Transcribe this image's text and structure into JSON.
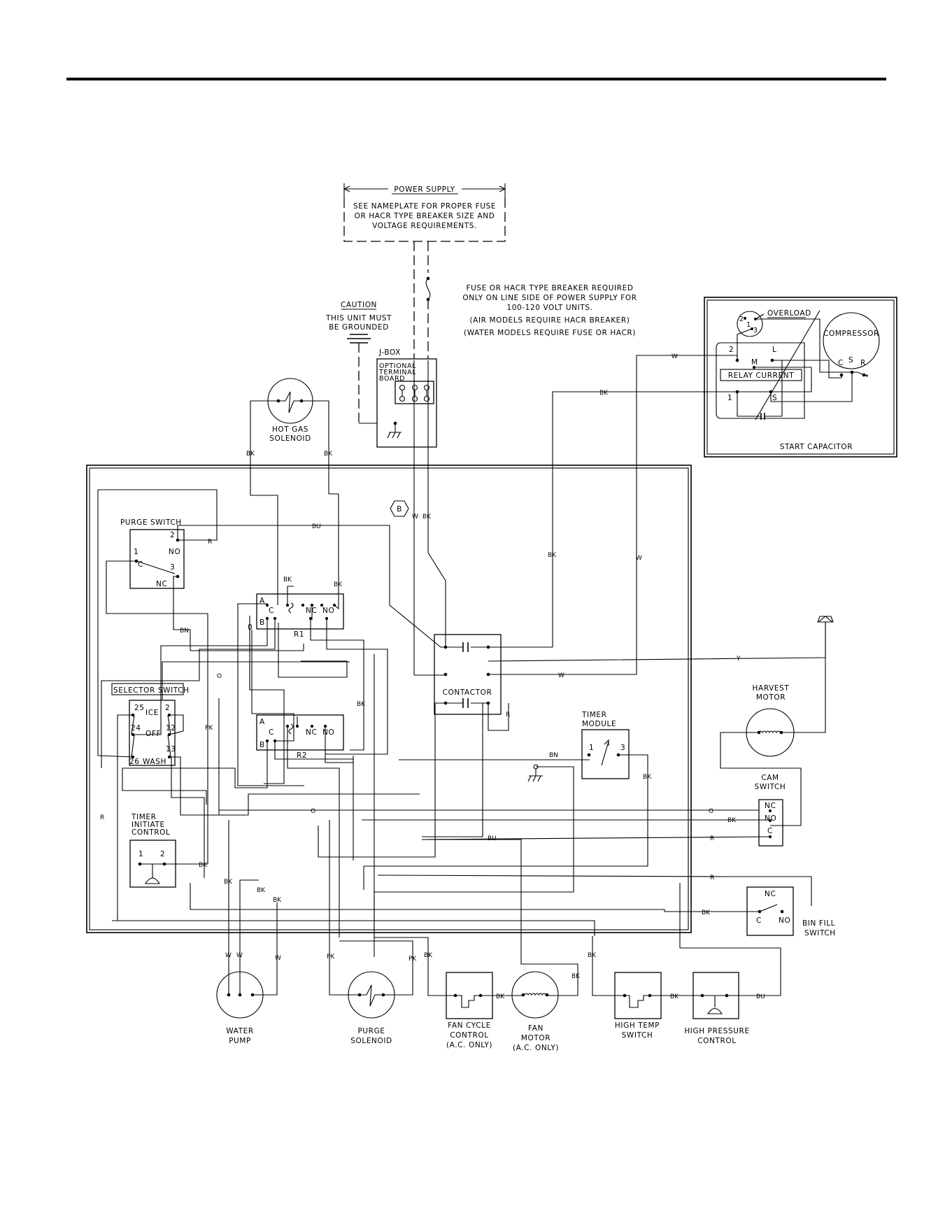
{
  "power_supply": {
    "title": "POWER SUPPLY",
    "note": [
      "SEE NAMEPLATE FOR PROPER FUSE",
      "OR HACR TYPE BREAKER SIZE AND",
      "VOLTAGE REQUIREMENTS."
    ]
  },
  "fuse_note": [
    "FUSE OR HACR TYPE BREAKER REQUIRED",
    "ONLY ON LINE SIDE OF POWER SUPPLY FOR",
    "100-120 VOLT UNITS.",
    "(AIR MODELS REQUIRE HACR BREAKER)",
    "(WATER MODELS REQUIRE FUSE OR HACR)"
  ],
  "caution": {
    "title": "CAUTION",
    "text": [
      "THIS UNIT MUST",
      "BE GROUNDED"
    ]
  },
  "jbox": {
    "label": "J-BOX",
    "terminal": [
      "OPTIONAL",
      "TERMINAL",
      "BOARD"
    ]
  },
  "hot_gas_solenoid": [
    "HOT GAS",
    "SOLENOID"
  ],
  "compressor_box": {
    "overload": "OVERLOAD",
    "compressor": "COMPRESSOR",
    "relay": "RELAY CURRENT",
    "start_capacitor": "START CAPACITOR",
    "terminals": {
      "c": "C",
      "s": "S",
      "r": "R",
      "l": "L",
      "m": "M",
      "s2": "S",
      "n1": "1",
      "n2": "2",
      "o1": "1",
      "o2": "2",
      "o3": "3"
    }
  },
  "purge_switch": {
    "label": "PURGE SWITCH",
    "t1": "1",
    "t2": "2",
    "t3": "3",
    "c": "C",
    "no": "NO",
    "nc": "NC"
  },
  "relay1": {
    "label": "R1",
    "a": "A",
    "b": "B",
    "c": "C",
    "nc": "NC",
    "no": "NO",
    "b_alt": "0"
  },
  "relay2": {
    "label": "R2",
    "a": "A",
    "b": "B",
    "c": "C",
    "nc": "NC",
    "no": "NO"
  },
  "selector_switch": {
    "label": "SELECTOR SWITCH",
    "ice": "ICE",
    "off": "OFF",
    "wash": "WASH",
    "t25": "25",
    "t24": "24",
    "t26": "26",
    "t2": "2",
    "t12": "12",
    "t13": "13"
  },
  "contactor": "CONTACTOR",
  "timer_module": {
    "label": [
      "TIMER",
      "MODULE"
    ],
    "t1": "1",
    "t3": "3"
  },
  "timer_initiate": {
    "label": [
      "TIMER",
      "INITIATE",
      "CONTROL"
    ],
    "t1": "1",
    "t2": "2"
  },
  "harvest_motor": [
    "HARVEST",
    "MOTOR"
  ],
  "cam_switch": {
    "label": [
      "CAM",
      "SWITCH"
    ],
    "nc": "NC",
    "no": "NO",
    "c": "C"
  },
  "bin_fill_switch": {
    "label": [
      "BIN FILL",
      "SWITCH"
    ],
    "nc": "NC",
    "c": "C",
    "no": "NO"
  },
  "water_pump": [
    "WATER",
    "PUMP"
  ],
  "purge_solenoid": [
    "PURGE",
    "SOLENOID"
  ],
  "fan_cycle": [
    "FAN CYCLE",
    "CONTROL",
    "(A.C. ONLY)"
  ],
  "fan_motor": [
    "FAN",
    "MOTOR",
    "(A.C. ONLY)"
  ],
  "high_temp": [
    "HIGH TEMP",
    "SWITCH"
  ],
  "high_pressure": [
    "HIGH PRESSURE",
    "CONTROL"
  ],
  "marker_b": "B",
  "wires": {
    "bk": "BK",
    "w": "W",
    "r": "R",
    "o": "O",
    "bu": "BU",
    "bn": "BN",
    "pk": "PK",
    "y": "Y"
  }
}
